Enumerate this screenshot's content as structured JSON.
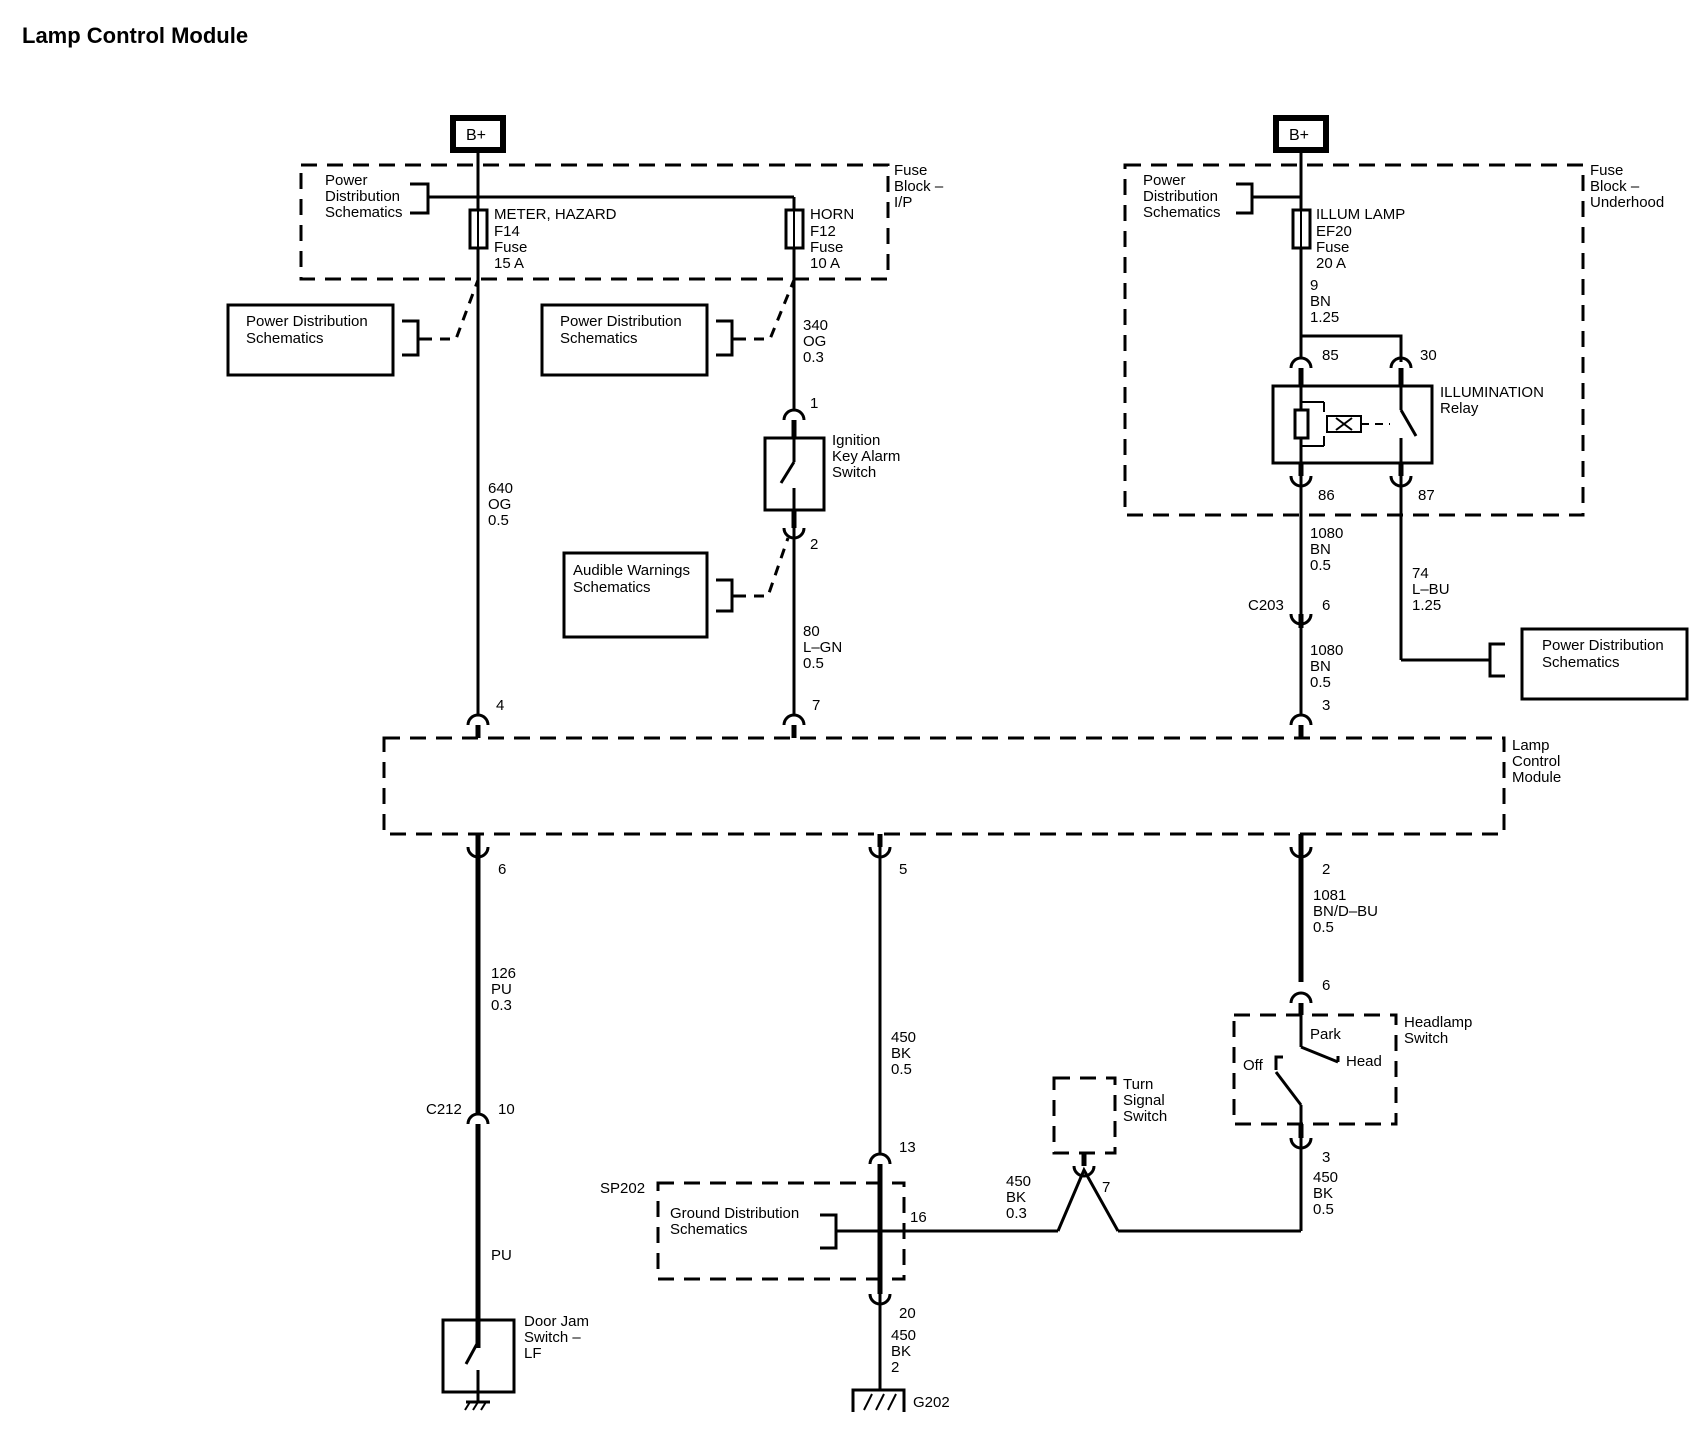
{
  "title": "Lamp Control Module",
  "b_plus": "B+",
  "fuse_block_ip": [
    "Fuse",
    "Block –",
    "I/P"
  ],
  "fuse_block_underhood": [
    "Fuse",
    "Block –",
    "Underhood"
  ],
  "power_dist_schematics": [
    "Power",
    "Distribution",
    "Schematics"
  ],
  "power_dist_box": [
    "Power Distribution",
    "Schematics"
  ],
  "audible_box": [
    "Audible Warnings",
    "Schematics"
  ],
  "ground_dist": [
    "Ground Distribution",
    "Schematics"
  ],
  "fuses": {
    "f14": [
      "METER, HAZARD",
      "F14",
      "Fuse",
      "15 A"
    ],
    "f12": [
      "HORN",
      "F12",
      "Fuse",
      "10 A"
    ],
    "ef20": [
      "ILLUM LAMP",
      "EF20",
      "Fuse",
      "20 A"
    ]
  },
  "wires": {
    "w640": [
      "640",
      "OG",
      "0.5"
    ],
    "w340": [
      "340",
      "OG",
      "0.3"
    ],
    "w80": [
      "80",
      "L–GN",
      "0.5"
    ],
    "w9": [
      "9",
      "BN",
      "1.25"
    ],
    "w1080a": [
      "1080",
      "BN",
      "0.5"
    ],
    "w1080b": [
      "1080",
      "BN",
      "0.5"
    ],
    "w74": [
      "74",
      "L–BU",
      "1.25"
    ],
    "w126": [
      "126",
      "PU",
      "0.3"
    ],
    "wPU": "PU",
    "w450a": [
      "450",
      "BK",
      "0.5"
    ],
    "w450b": [
      "450",
      "BK",
      "0.3"
    ],
    "w450c": [
      "450",
      "BK",
      "0.5"
    ],
    "w450d": [
      "450",
      "BK",
      "2"
    ],
    "w1081": [
      "1081",
      "BN/D–BU",
      "0.5"
    ]
  },
  "pins": {
    "p4": "4",
    "p7": "7",
    "p3": "3",
    "p6": "6",
    "p5": "5",
    "p2": "2",
    "ign1": "1",
    "ign2": "2",
    "relay85": "85",
    "relay30": "30",
    "relay86": "86",
    "relay87": "87",
    "c203pin": "6",
    "c212pin": "10",
    "hl6": "6",
    "hl3": "3",
    "sp13": "13",
    "sp16": "16",
    "sp20": "20",
    "ts7": "7"
  },
  "ignition_switch": [
    "Ignition",
    "Key Alarm",
    "Switch"
  ],
  "illumination_relay": [
    "ILLUMINATION",
    "Relay"
  ],
  "lcm_label": [
    "Lamp",
    "Control",
    "Module"
  ],
  "connectors": {
    "c203": "C203",
    "c212": "C212",
    "sp202": "SP202",
    "g202": "G202"
  },
  "headlamp_switch": {
    "name": [
      "Headlamp",
      "Switch"
    ],
    "park": "Park",
    "off": "Off",
    "head": "Head"
  },
  "turn_signal": [
    "Turn",
    "Signal",
    "Switch"
  ],
  "door_jam": [
    "Door Jam",
    "Switch –",
    "LF"
  ]
}
